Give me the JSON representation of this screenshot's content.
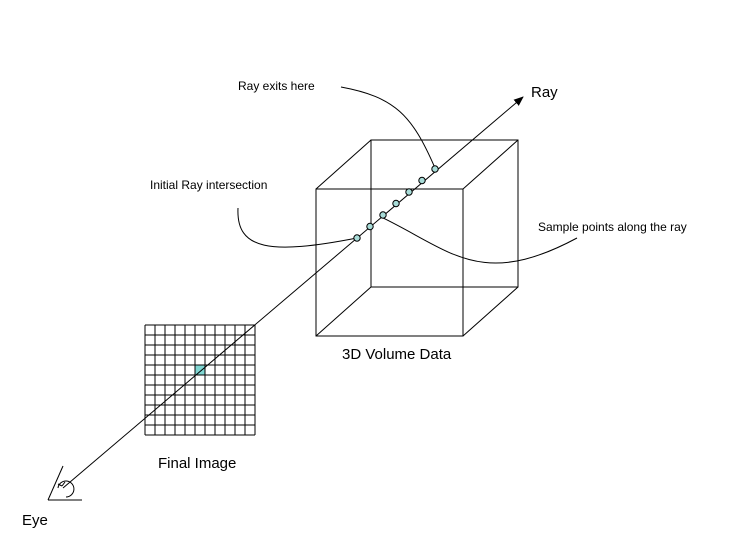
{
  "labels": {
    "ray": "Ray",
    "ray_exits": "Ray exits here",
    "initial_intersection": "Initial Ray intersection",
    "sample_points": "Sample points along the ray",
    "volume": "3D Volume Data",
    "final_image": "Final Image",
    "eye": "Eye"
  },
  "colors": {
    "line": "#000000",
    "highlight_pixel": "#7fd6d2",
    "sample_point_fill": "#a8dcd8"
  },
  "final_image_grid": {
    "rows": 11,
    "cols": 11,
    "highlight_cell": {
      "row": 4,
      "col": 5
    }
  },
  "sample_points_count": 7
}
